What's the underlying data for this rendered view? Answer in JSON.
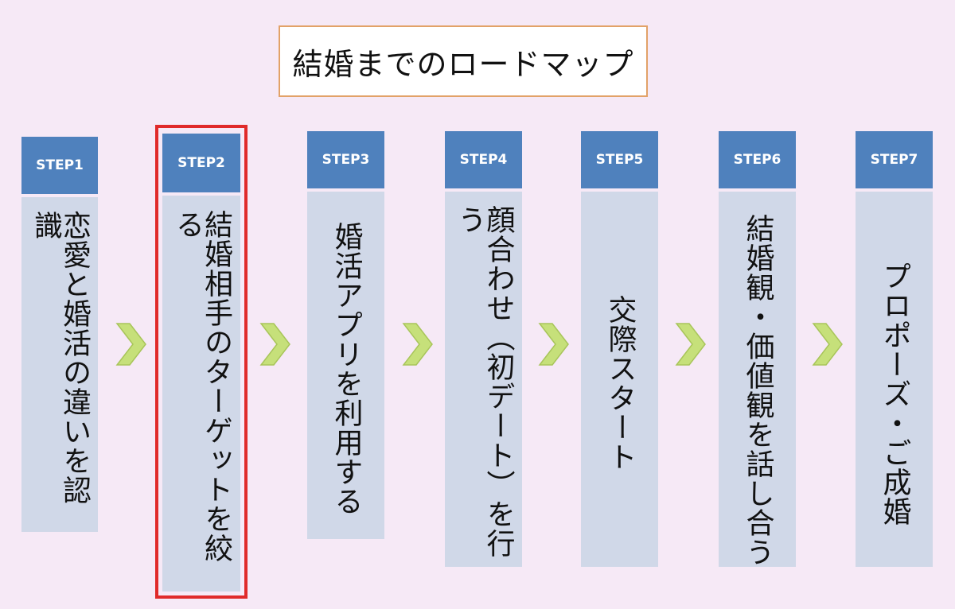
{
  "title": "結婚までのロードマップ",
  "steps": [
    {
      "label": "STEP1",
      "text": "恋愛と婚活の違いを認識"
    },
    {
      "label": "STEP2",
      "text": "結婚相手のターゲットを絞る"
    },
    {
      "label": "STEP3",
      "text": "婚活アプリを利用する"
    },
    {
      "label": "STEP4",
      "text": "顔合わせ（初デート）を行う"
    },
    {
      "label": "STEP5",
      "text": "交際スタート"
    },
    {
      "label": "STEP6",
      "text": "結婚観・価値観を話し合う"
    },
    {
      "label": "STEP7",
      "text": "プロポーズ・ご成婚"
    }
  ],
  "highlighted_step": "STEP2",
  "colors": {
    "background": "#f6e9f6",
    "header": "#4f81bd",
    "body": "#d0d8e8",
    "arrow": "#c6e07a",
    "highlight": "#e02a2a",
    "title_border": "#e2a268"
  }
}
